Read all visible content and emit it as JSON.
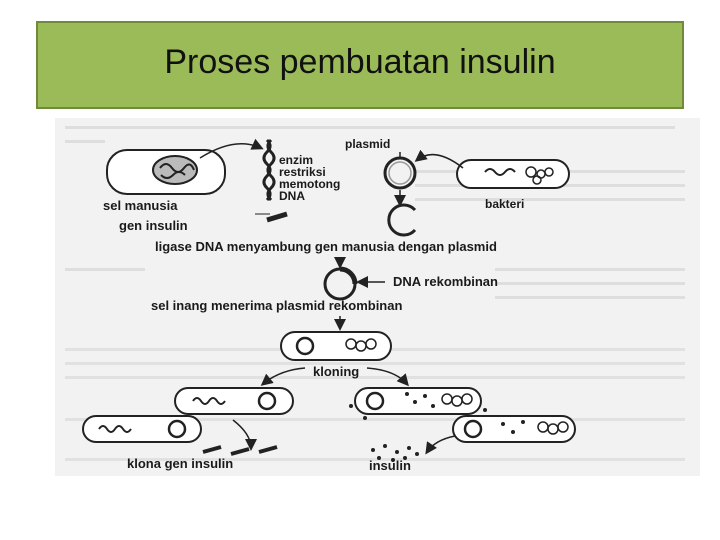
{
  "title": "Proses pembuatan insulin",
  "figure": {
    "labels": {
      "plasmid": "plasmid",
      "enzim": "enzim",
      "restriksi": "restriksi",
      "memotong": "memotong",
      "dna": "DNA",
      "sel_manusia": "sel manusia",
      "bakteri": "bakteri",
      "gen_insulin": "gen insulin",
      "ligase": "ligase DNA menyambung gen manusia dengan plasmid",
      "dna_rekombinan": "DNA rekombinan",
      "sel_inang": "sel inang menerima plasmid rekombinan",
      "kloning": "kloning",
      "klona_gen_insulin": "klona gen insulin",
      "insulin": "insulin"
    }
  }
}
